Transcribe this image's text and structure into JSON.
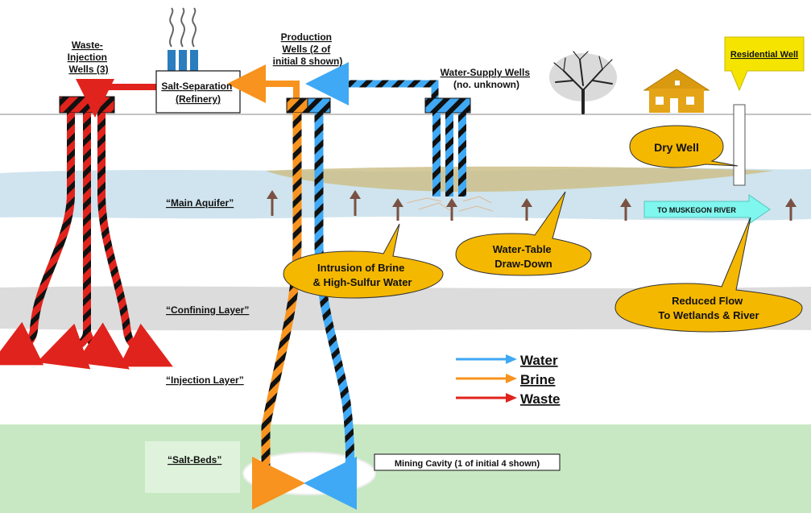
{
  "labels": {
    "waste_injection_wells": [
      "Waste-",
      "Injection",
      "Wells (3)"
    ],
    "salt_separation": [
      "Salt-Separation",
      "(Refinery)"
    ],
    "production_wells": [
      "Production",
      "Wells (2 of",
      "initial 8 shown)"
    ],
    "water_supply_wells": [
      "Water-Supply Wells",
      "(no. unknown)"
    ],
    "residential_well": "Residential Well",
    "dry_well": "Dry Well",
    "main_aquifer": "“Main Aquifer”",
    "confining_layer": "“Confining Layer”",
    "injection_layer": "“Injection Layer”",
    "salt_beds": "“Salt-Beds”",
    "to_muskegon_river": "TO MUSKEGON RIVER",
    "intrusion": [
      "Intrusion of Brine",
      "& High-Sulfur Water"
    ],
    "water_table": [
      "Water-Table",
      "Draw-Down"
    ],
    "reduced_flow": [
      "Reduced Flow",
      "To Wetlands & River"
    ],
    "mining_cavity": "Mining Cavity (1 of initial 4 shown)"
  },
  "legend": [
    {
      "label": "Water",
      "color": "#3fa9f5"
    },
    {
      "label": "Brine",
      "color": "#f7931e"
    },
    {
      "label": "Waste",
      "color": "#e0231c"
    }
  ],
  "colors": {
    "water": "#3fa9f5",
    "brine": "#f7931e",
    "waste": "#e0231c",
    "aquifer": "#cfe4ee",
    "confining": "#dcdcdc",
    "salt_beds": "#c8e8c4",
    "callout": "#f5b800",
    "upflow_arrow": "#7a5142"
  }
}
